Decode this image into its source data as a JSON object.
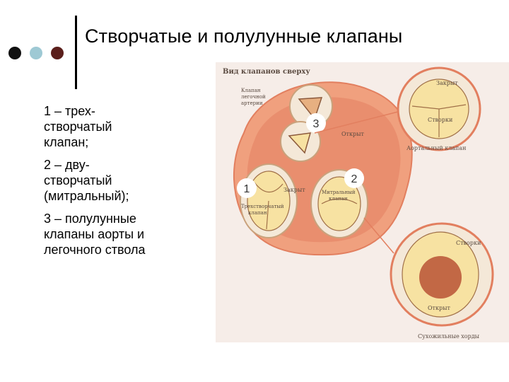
{
  "slide": {
    "title": "Створчатые и полулунные клапаны",
    "legend": [
      "1 – трех-\nстворчатый\nклапан;",
      "2 – дву-\nстворчатый\n(митральный);",
      "3 – полулунные\nклапаны аорты и\nлегочного ствола"
    ]
  },
  "figure": {
    "heading": "Вид клапанов сверху",
    "labels": {
      "pulmonary": [
        "Клапан",
        "легочной",
        "артерии"
      ],
      "closed_top": "Закрыт",
      "cusps_top": "Створки",
      "open_mid": "Открыт",
      "aortic": "Аортальный клапан",
      "closed_left": "Закрыт",
      "tricuspid": [
        "Трехстворчатый",
        "клапан"
      ],
      "mitral": [
        "Митральный",
        "клапан"
      ],
      "cusps_bottom": "Створки",
      "open_bottom": "Открыт",
      "chordae": "Сухожильные хорды"
    },
    "numbers": {
      "n1": "1",
      "n2": "2",
      "n3": "3"
    }
  },
  "colors": {
    "dot1": "#111111",
    "dot2": "#9ec9d4",
    "dot3": "#5b1f1c",
    "heart_outer": "#f0a07e",
    "heart_inner": "#e98e6e",
    "valve_fill": "#f7e2a2",
    "valve_ring": "#f4e8d8"
  }
}
